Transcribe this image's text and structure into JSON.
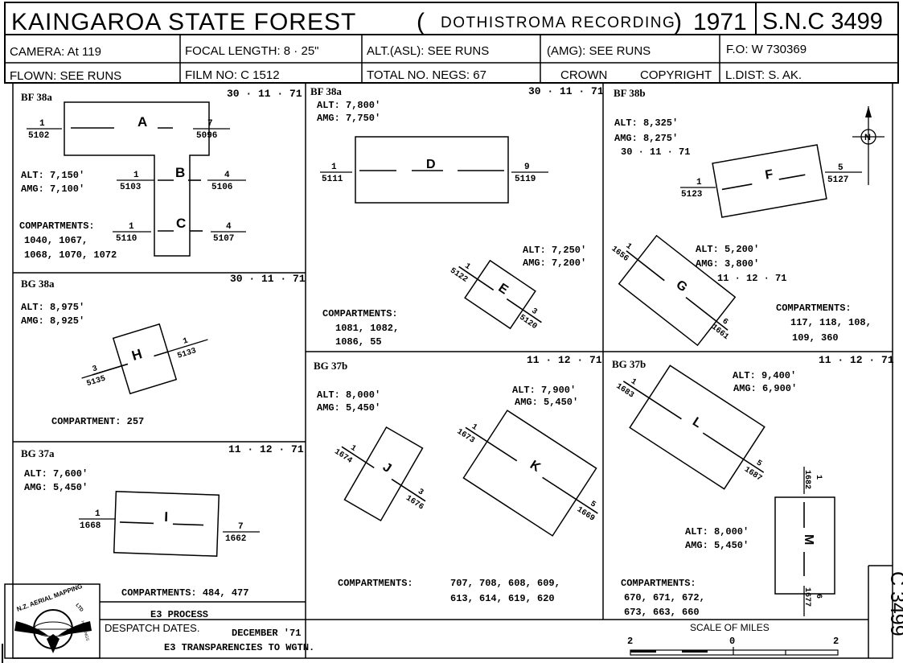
{
  "header": {
    "title": "KAINGAROA   STATE   FOREST",
    "subtitle_open": "(",
    "subtitle": "DOTHISTROMA  RECORDING",
    "subtitle_close": ")",
    "year": "1971",
    "ref": "S.N.C 3499",
    "camera": "CAMERA: At 119",
    "focal": "FOCAL LENGTH:  8 · 25\"",
    "alt_asl": "ALT.(ASL): SEE   RUNS",
    "amg": "(AMG): SEE   RUNS",
    "fo": "F.O: W 730369",
    "flown": "FLOWN:  SEE    RUNS",
    "film": "FILM NO: C 1512",
    "negs": "TOTAL  NO.  NEGS:  67",
    "crown": "CROWN",
    "copyright": "COPYRIGHT",
    "ldist": "L.DIST:  S. AK."
  },
  "panels": {
    "p1": {
      "id": "BF 38a",
      "date": "30 · 11 · 71",
      "alt": "ALT:  7,150'",
      "amg": "AMG:  7,100'",
      "comp_title": "COMPARTMENTS:",
      "comp1": "1040, 1067,",
      "comp2": "1068, 1070, 1072",
      "A": "A",
      "B": "B",
      "C": "C",
      "a_l_top": "1",
      "a_l_bot": "5102",
      "a_r_top": "7",
      "a_r_bot": "5096",
      "b_l_top": "1",
      "b_l_bot": "5103",
      "b_r_top": "4",
      "b_r_bot": "5106",
      "c_l_top": "1",
      "c_l_bot": "5110",
      "c_r_top": "4",
      "c_r_bot": "5107"
    },
    "p2": {
      "id": "BF 38a",
      "date": "30 · 11 · 71",
      "alt_d": "ALT: 7,800'",
      "amg_d": "AMG: 7,750'",
      "D": "D",
      "d_l_top": "1",
      "d_l_bot": "5111",
      "d_r_top": "9",
      "d_r_bot": "5119",
      "alt_e": "ALT: 7,250'",
      "amg_e": "AMG: 7,200'",
      "E": "E",
      "e_l_top": "1",
      "e_l_bot": "5122",
      "e_r_top": "3",
      "e_r_bot": "5120",
      "comp_title": "COMPARTMENTS:",
      "comp1": "1081, 1082,",
      "comp2": "1086, 55"
    },
    "p3": {
      "id": "BF 38b",
      "alt_f": "ALT:  8,325'",
      "amg_f": "AMG: 8,275'",
      "date_f": "30 · 11 · 71",
      "north": "N",
      "F": "F",
      "f_l_top": "1",
      "f_l_bot": "5123",
      "f_r_top": "5",
      "f_r_bot": "5127",
      "alt_g": "ALT: 5,200'",
      "amg_g": "AMG: 3,800'",
      "date_g": "11 · 12 · 71",
      "G": "G",
      "g_l_top": "1",
      "g_l_bot": "1656",
      "g_r_top": "6",
      "g_r_bot": "1661",
      "comp_title": "COMPARTMENTS:",
      "comp1": "117,  118,  108,",
      "comp2": "109,  360"
    },
    "p4": {
      "id": "BG 38a",
      "date": "30 · 11 · 71",
      "alt": "ALT:  8,975'",
      "amg": "AMG: 8,925'",
      "H": "H",
      "h_l_top": "3",
      "h_l_bot": "5135",
      "h_r_top": "1",
      "h_r_bot": "5133",
      "comp": "COMPARTMENT:  257"
    },
    "p5": {
      "id": "BG 37a",
      "date": "11 · 12 · 71",
      "alt": "ALT: 7,600'",
      "amg": "AMG: 5,450'",
      "I": "I",
      "i_l_top": "1",
      "i_l_bot": "1668",
      "i_r_top": "7",
      "i_r_bot": "1662",
      "comp": "COMPARTMENTS:  484, 477"
    },
    "p6": {
      "id": "BG 37b",
      "date": "11 · 12 · 71",
      "alt_j": "ALT:  8,000'",
      "amg_j": "AMG: 5,450'",
      "alt_k": "ALT: 7,900'",
      "amg_k": "AMG: 5,450'",
      "J": "J",
      "j_l_top": "1",
      "j_l_bot": "1674",
      "j_r_top": "3",
      "j_r_bot": "1676",
      "K": "K",
      "k_l_top": "1",
      "k_l_bot": "1673",
      "k_r_top": "5",
      "k_r_bot": "1669",
      "comp_title": "COMPARTMENTS:",
      "comp1": "707, 708, 608, 609,",
      "comp2": "613, 614, 619, 620"
    },
    "p7": {
      "id": "BG 37b",
      "date": "11 · 12 · 71",
      "alt_l": "ALT: 9,400'",
      "amg_l": "AMG: 6,900'",
      "L": "L",
      "l_l_top": "1",
      "l_l_bot": "1683",
      "l_r_top": "5",
      "l_r_bot": "1687",
      "alt_m": "ALT: 8,000'",
      "amg_m": "AMG: 5,450'",
      "M": "M",
      "m_t_top": "1",
      "m_t_bot": "1682",
      "m_b_top": "6",
      "m_b_bot": "1677",
      "comp_title": "COMPARTMENTS:",
      "comp1": "670, 671, 672,",
      "comp2": "673, 663, 660"
    }
  },
  "footer": {
    "process": "E3   PROCESS",
    "despatch": "DESPATCH  DATES.",
    "despatch_date": "DECEMBER  '71",
    "transp": "E3   TRANSPARENCIES   TO   WGTN.",
    "scale_title": "SCALE  OF  MILES",
    "scale_left": "2",
    "scale_mid": "0",
    "scale_right": "2",
    "side_ref": "C 3499",
    "logo_top": "N.Z. AERIAL MAPPING",
    "logo_ltd": "LTD",
    "logo_city": "HASTINGS"
  }
}
